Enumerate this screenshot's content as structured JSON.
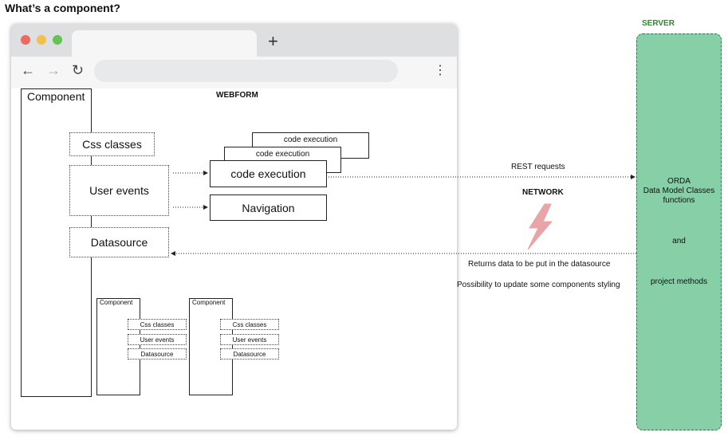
{
  "title": "What’s a component?",
  "webform_label": "WEBFORM",
  "main_component": {
    "label": "Component",
    "css_classes": "Css classes",
    "user_events": "User events",
    "datasource": "Datasource"
  },
  "actions": {
    "code_execution_back2": "code execution",
    "code_execution_back1": "code execution",
    "code_execution": "code execution",
    "navigation": "Navigation"
  },
  "sub_components": [
    {
      "label": "Component",
      "css_classes": "Css classes",
      "user_events": "User events",
      "datasource": "Datasource"
    },
    {
      "label": "Component",
      "css_classes": "Css classes",
      "user_events": "User events",
      "datasource": "Datasource"
    }
  ],
  "network": {
    "rest_requests": "REST requests",
    "label": "NETWORK",
    "returns_data": "Returns data to be put in the datasource",
    "update_styling": "Possibility to update some components styling"
  },
  "server": {
    "label": "SERVER",
    "line1": "ORDA",
    "line2": "Data Model Classes",
    "line3": "functions",
    "and": "and",
    "methods": "project methods",
    "color": "#87cfa6"
  },
  "browser": {
    "icons": [
      "close-dot",
      "minimize-dot",
      "maximize-dot",
      "new-tab-plus",
      "back-arrow",
      "forward-arrow",
      "reload",
      "menu-kebab"
    ]
  }
}
